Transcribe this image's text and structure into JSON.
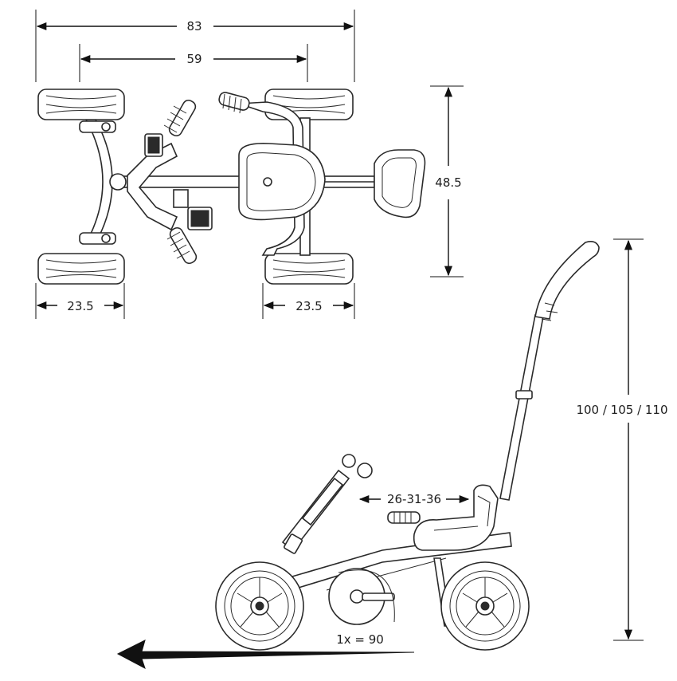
{
  "dimensions": {
    "overall_length": "83",
    "wheelbase": "59",
    "track_width": "48.5",
    "rear_wheel_width": "23.5",
    "front_wheel_width": "23.5",
    "push_bar_height": "100 / 105 / 110",
    "seat_adjust": "26-31-36",
    "gear_ratio": "1x = 90"
  }
}
